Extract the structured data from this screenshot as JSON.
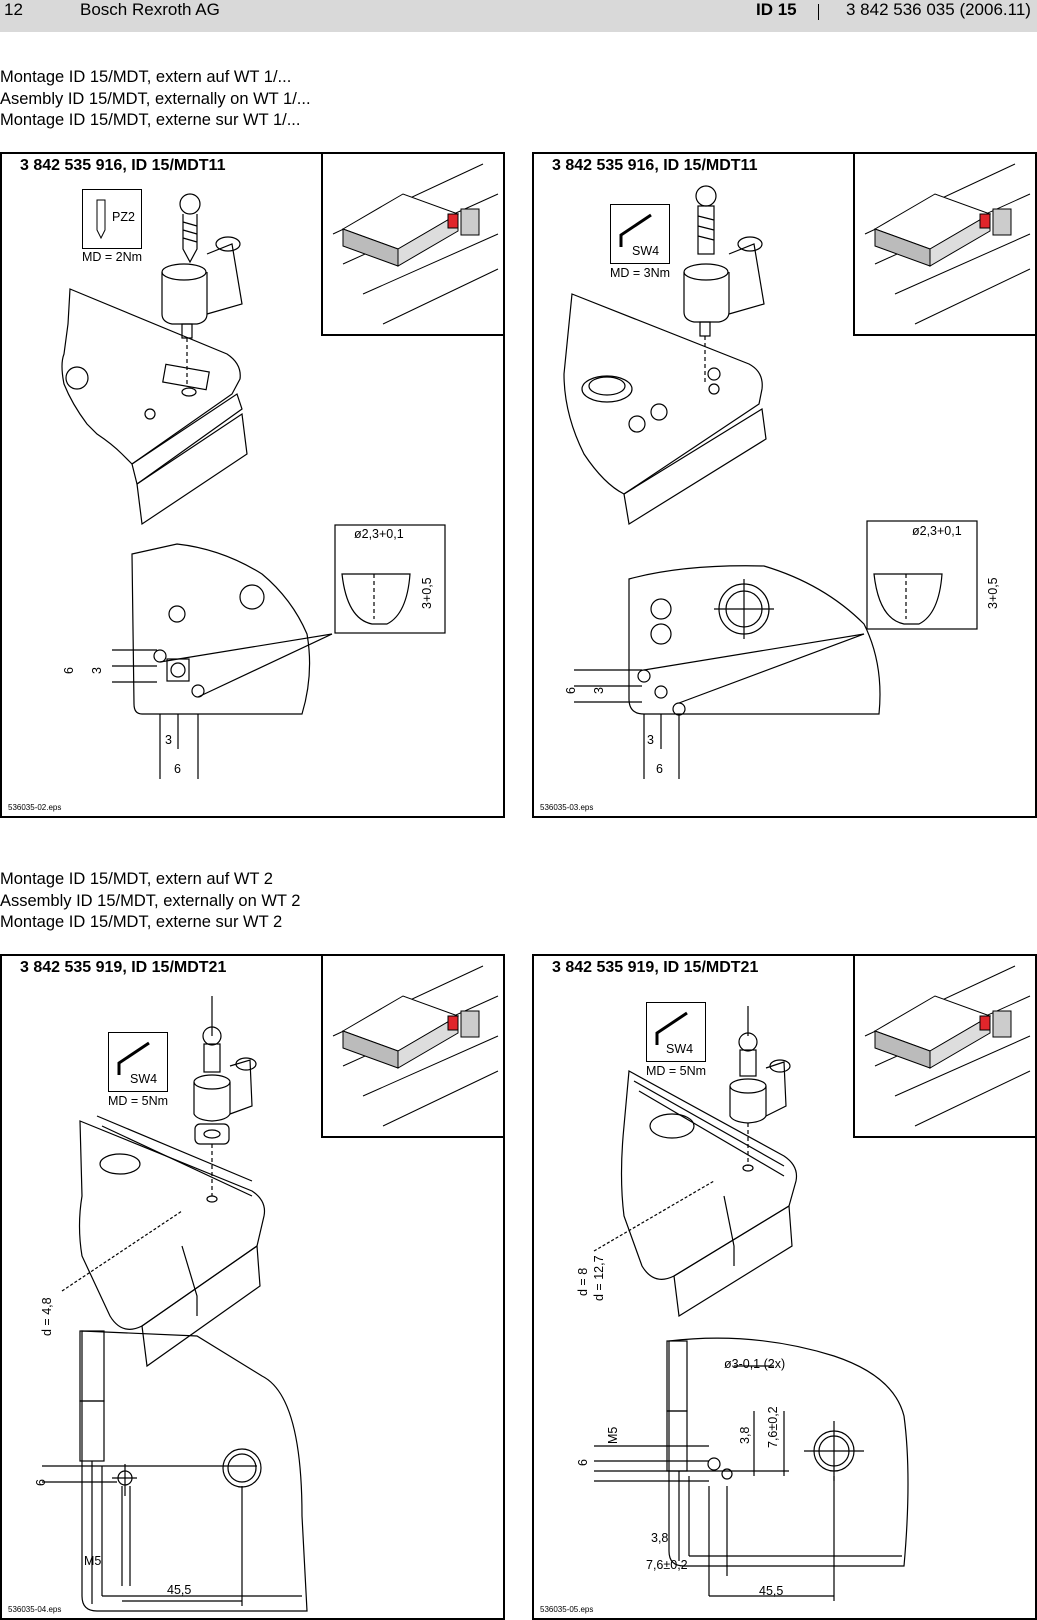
{
  "header": {
    "page_number": "12",
    "company": "Bosch Rexroth AG",
    "product_id": "ID 15",
    "document_number": "3 842 536 035 (2006.11)"
  },
  "sections": [
    {
      "titles": [
        "Montage ID 15/MDT, extern auf WT 1/...",
        "Asembly ID 15/MDT, externally on WT 1/...",
        "Montage ID 15/MDT, externe sur WT 1/..."
      ],
      "panels": [
        {
          "title": "3 842 535 916, ID 15/MDT11",
          "tool_label": "PZ2",
          "torque_label": "MD = 2Nm",
          "bore_label": "ø2,3+0,1",
          "depth_label": "3+0,5",
          "dims": [
            "6",
            "3",
            "3",
            "6"
          ],
          "file": "536035-02.eps"
        },
        {
          "title": "3 842 535 916, ID 15/MDT11",
          "tool_label": "SW4",
          "torque_label": "MD = 3Nm",
          "bore_label": "ø2,3+0,1",
          "depth_label": "3+0,5",
          "dims": [
            "6",
            "3",
            "3",
            "6"
          ],
          "file": "536035-03.eps"
        }
      ]
    },
    {
      "titles": [
        "Montage ID 15/MDT, extern auf WT 2",
        "Assembly ID 15/MDT, externally on WT 2",
        "Montage ID 15/MDT, externe sur WT 2"
      ],
      "panels": [
        {
          "title": "3 842 535 919, ID 15/MDT21",
          "tool_label": "SW4",
          "torque_label": "MD = 5Nm",
          "d_label": "d = 4,8",
          "dims": [
            "6",
            "M5",
            "45,5"
          ],
          "file": "536035-04.eps"
        },
        {
          "title": "3 842 535 919, ID 15/MDT21",
          "tool_label": "SW4",
          "torque_label": "MD = 5Nm",
          "d_label_1": "d = 8",
          "d_label_2": "d = 12,7",
          "hole_label": "ø3-0,1 (2x)",
          "dims": [
            "6",
            "M5",
            "3,8",
            "7,6±0,2",
            "3,8",
            "7,6±0,2",
            "45,5"
          ],
          "file": "536035-05.eps"
        }
      ]
    }
  ],
  "colors": {
    "header_bg": "#d9d9d9",
    "accent_red": "#e0252b",
    "line": "#000000"
  }
}
